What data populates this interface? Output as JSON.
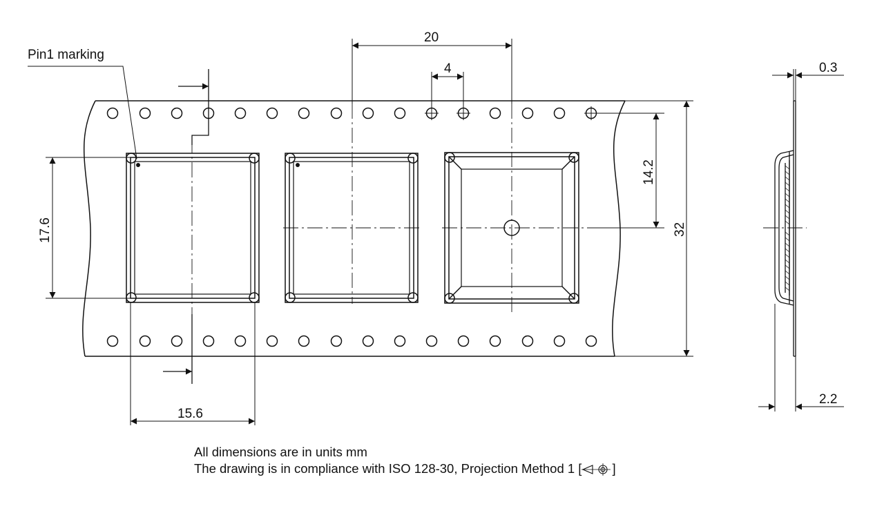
{
  "labels": {
    "pin1": "Pin1 marking",
    "pitch_pocket": "20",
    "pitch_hole": "4",
    "thickness": "0.3",
    "hole_to_center": "14.2",
    "tape_width": "32",
    "pocket_length": "17.6",
    "pocket_width": "15.6",
    "pocket_depth": "2.2"
  },
  "notes": {
    "units": "All dimensions are in units mm",
    "compliance_prefix": "The drawing is in compliance with ISO 128-30, Projection Method 1 [",
    "compliance_suffix": "]"
  },
  "icons": {
    "projection": "first-angle-projection-icon"
  }
}
